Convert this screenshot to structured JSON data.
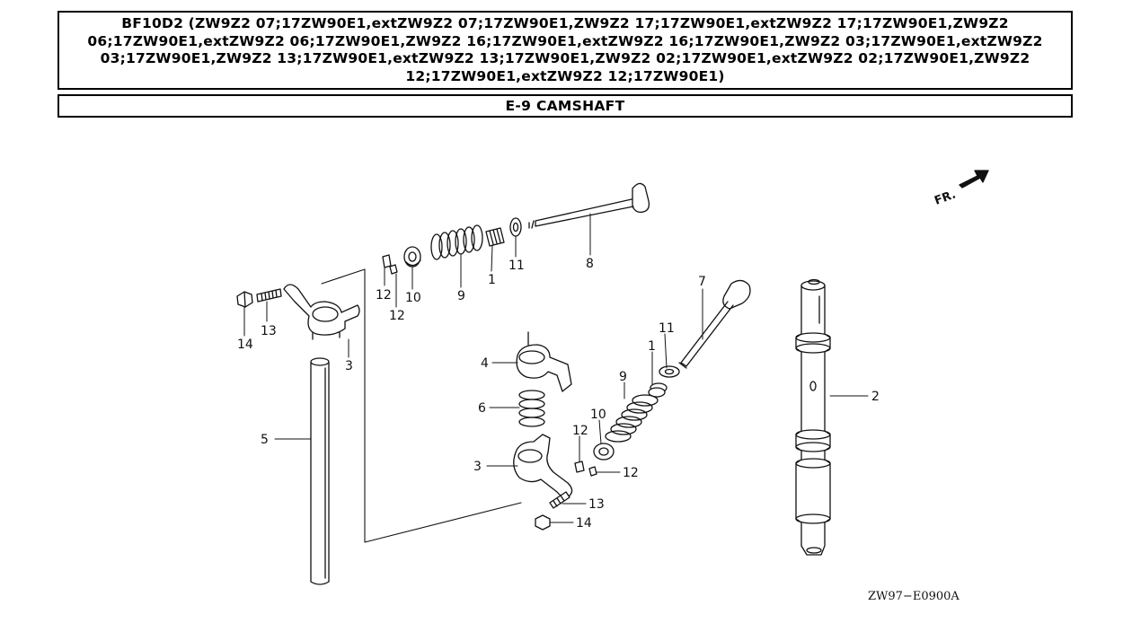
{
  "header": {
    "title": "BF10D2 (ZW9Z2 07;17ZW90E1,extZW9Z2 07;17ZW90E1,ZW9Z2 17;17ZW90E1,extZW9Z2 17;17ZW90E1,ZW9Z2 06;17ZW90E1,extZW9Z2 06;17ZW90E1,ZW9Z2 16;17ZW90E1,extZW9Z2 16;17ZW90E1,ZW9Z2 03;17ZW90E1,extZW9Z2 03;17ZW90E1,ZW9Z2 13;17ZW90E1,extZW9Z2 13;17ZW90E1,ZW9Z2 02;17ZW90E1,extZW9Z2 02;17ZW90E1,ZW9Z2 12;17ZW90E1,extZW9Z2 12;17ZW90E1)",
    "section": "E-9 CAMSHAFT"
  },
  "diagram": {
    "direction_label": "FR.",
    "drawing_ref": "ZW97−E0900A",
    "callouts": [
      {
        "id": "c-14a",
        "label": "14"
      },
      {
        "id": "c-13a",
        "label": "13"
      },
      {
        "id": "c-3a",
        "label": "3"
      },
      {
        "id": "c-12a",
        "label": "12"
      },
      {
        "id": "c-12b",
        "label": "12"
      },
      {
        "id": "c-10a",
        "label": "10"
      },
      {
        "id": "c-9a",
        "label": "9"
      },
      {
        "id": "c-1a",
        "label": "1"
      },
      {
        "id": "c-11a",
        "label": "11"
      },
      {
        "id": "c-8",
        "label": "8"
      },
      {
        "id": "c-7",
        "label": "7"
      },
      {
        "id": "c-11b",
        "label": "11"
      },
      {
        "id": "c-1b",
        "label": "1"
      },
      {
        "id": "c-9b",
        "label": "9"
      },
      {
        "id": "c-4",
        "label": "4"
      },
      {
        "id": "c-6",
        "label": "6"
      },
      {
        "id": "c-10b",
        "label": "10"
      },
      {
        "id": "c-12c",
        "label": "12"
      },
      {
        "id": "c-12d",
        "label": "12"
      },
      {
        "id": "c-3b",
        "label": "3"
      },
      {
        "id": "c-13b",
        "label": "13"
      },
      {
        "id": "c-14b",
        "label": "14"
      },
      {
        "id": "c-5",
        "label": "5"
      },
      {
        "id": "c-2",
        "label": "2"
      }
    ]
  }
}
